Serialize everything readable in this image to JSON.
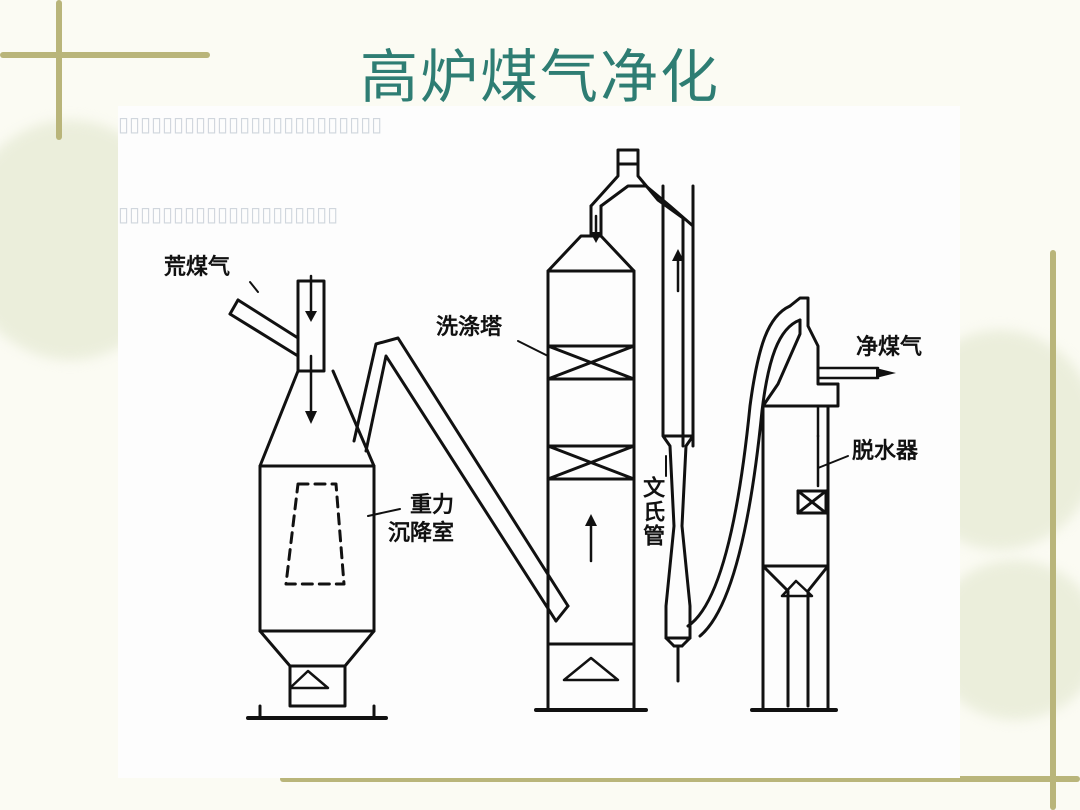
{
  "slide": {
    "title": "高炉煤气净化",
    "accent_color": "#2e7d73",
    "decoration": "vine-border"
  },
  "diagram": {
    "labels": {
      "raw_gas": "荒煤气",
      "gravity_chamber_line1": "重力",
      "gravity_chamber_line2": "沉降室",
      "scrubber_tower": "洗涤塔",
      "venturi_tube": "文氏管",
      "clean_gas": "净煤气",
      "dehydrator": "脱水器"
    }
  }
}
